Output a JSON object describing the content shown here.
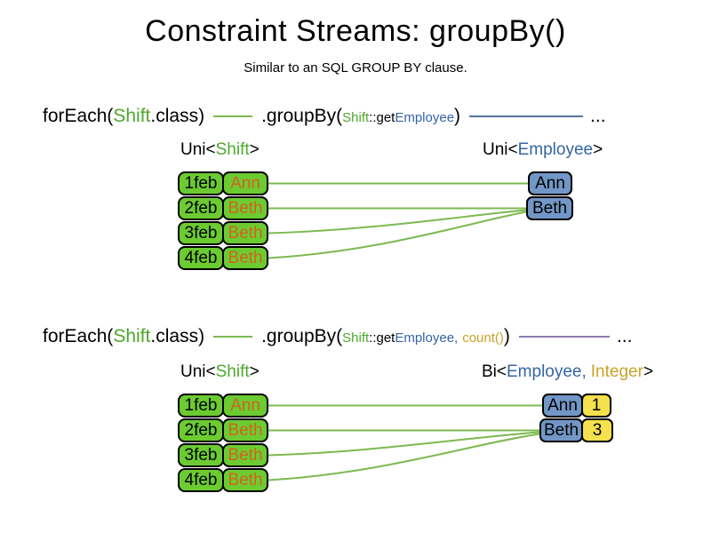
{
  "title": "Constraint Streams: groupBy()",
  "subtitle": "Similar to an SQL GROUP BY clause.",
  "colors": {
    "green-text": "#4ea72c",
    "green-fill": "#6bcb31",
    "blue-text": "#3465a4",
    "blue-fill": "#7296c6",
    "orange-text": "#d2641e",
    "gold-text": "#c9a227",
    "yellow-fill": "#f5e04d",
    "line-green": "#7cb950",
    "line-blue": "#54749e",
    "line-purple": "#8d7bb4"
  },
  "section1": {
    "code": {
      "foreach_open": "forEach(",
      "foreach_type": "Shift",
      "foreach_close": ".class)",
      "groupby_open": ".groupBy(",
      "arg1_type": "Shift",
      "arg1_accessor": "::get",
      "arg1_field": "Employee",
      "groupby_close": ")",
      "ellipsis": "..."
    },
    "source_label": {
      "open": "Uni<",
      "type": "Shift",
      "close": ">"
    },
    "result_label": {
      "open": "Uni<",
      "type": "Employee",
      "close": ">"
    },
    "shifts": [
      {
        "date": "1feb",
        "employee": "Ann"
      },
      {
        "date": "2feb",
        "employee": "Beth"
      },
      {
        "date": "3feb",
        "employee": "Beth"
      },
      {
        "date": "4feb",
        "employee": "Beth"
      }
    ],
    "groups": [
      {
        "employee": "Ann"
      },
      {
        "employee": "Beth"
      }
    ]
  },
  "section2": {
    "code": {
      "foreach_open": "forEach(",
      "foreach_type": "Shift",
      "foreach_close": ".class)",
      "groupby_open": ".groupBy(",
      "arg1_type": "Shift",
      "arg1_accessor": "::get",
      "arg1_field": "Employee,",
      "arg2": "count()",
      "groupby_close": ")",
      "ellipsis": "..."
    },
    "source_label": {
      "open": "Uni<",
      "type": "Shift",
      "close": ">"
    },
    "result_label": {
      "open": "Bi<",
      "type1": "Employee,",
      "type2": "Integer",
      "close": ">"
    },
    "shifts": [
      {
        "date": "1feb",
        "employee": "Ann"
      },
      {
        "date": "2feb",
        "employee": "Beth"
      },
      {
        "date": "3feb",
        "employee": "Beth"
      },
      {
        "date": "4feb",
        "employee": "Beth"
      }
    ],
    "groups": [
      {
        "employee": "Ann",
        "count": "1"
      },
      {
        "employee": "Beth",
        "count": "3"
      }
    ]
  }
}
